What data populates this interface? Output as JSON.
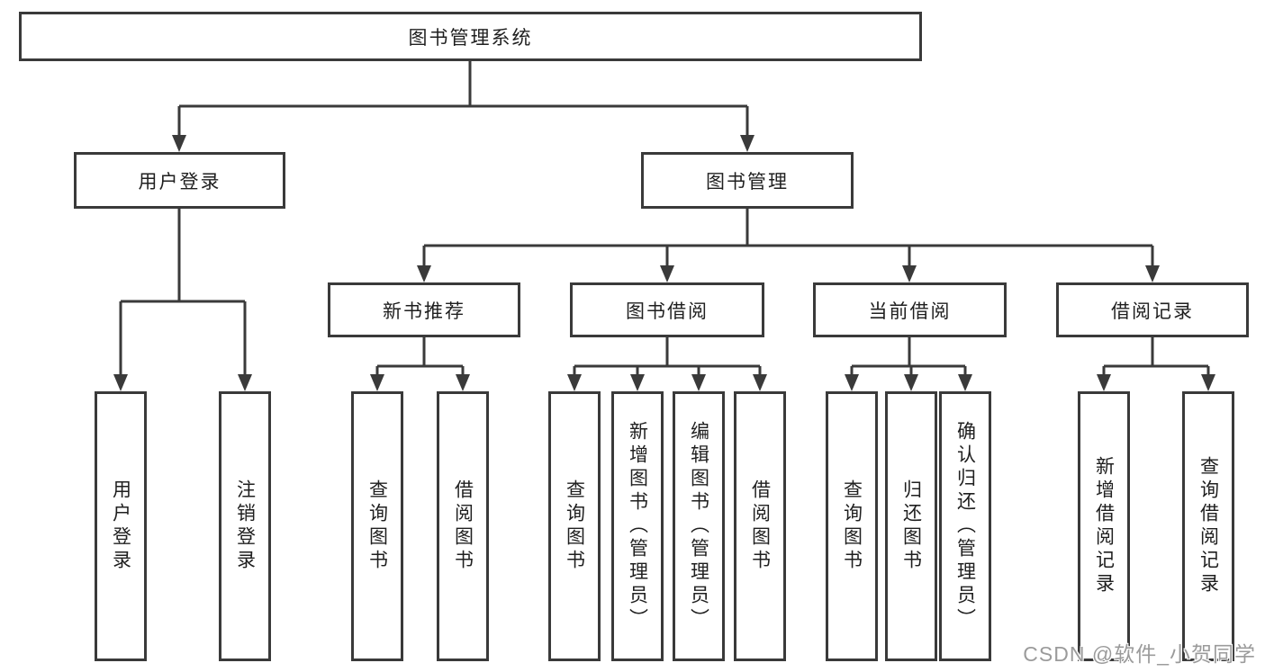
{
  "tree": {
    "root": {
      "label": "图书管理系统"
    },
    "branches": [
      {
        "label": "用户登录",
        "children": [
          {
            "label": "用户登录"
          },
          {
            "label": "注销登录"
          }
        ]
      },
      {
        "label": "图书管理",
        "sections": [
          {
            "label": "新书推荐",
            "children": [
              {
                "label": "查询图书"
              },
              {
                "label": "借阅图书"
              }
            ]
          },
          {
            "label": "图书借阅",
            "children": [
              {
                "label": "查询图书"
              },
              {
                "label": "新增图书（管理员）"
              },
              {
                "label": "编辑图书（管理员）"
              },
              {
                "label": "借阅图书"
              }
            ]
          },
          {
            "label": "当前借阅",
            "children": [
              {
                "label": "查询图书"
              },
              {
                "label": "归还图书"
              },
              {
                "label": "确认归还（管理员）"
              }
            ]
          },
          {
            "label": "借阅记录",
            "children": [
              {
                "label": "新增借阅记录"
              },
              {
                "label": "查询借阅记录"
              }
            ]
          }
        ]
      }
    ]
  },
  "watermark": {
    "text": "CSDN @软件_小贺同学"
  },
  "colors": {
    "line": "#3a3a3a",
    "text": "#1f1f1f",
    "watermark": "#9b9b9b",
    "bg": "#ffffff"
  }
}
